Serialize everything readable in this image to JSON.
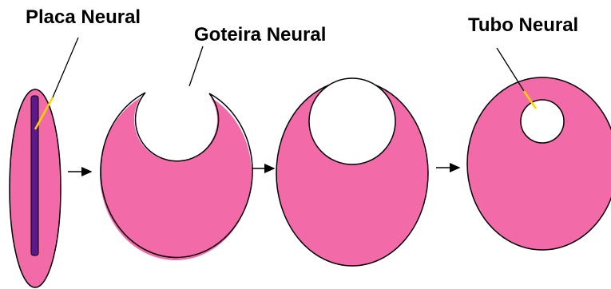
{
  "labels": {
    "neural_plate": "Placa Neural",
    "neural_groove": "Goteira Neural",
    "neural_tube": "Tubo Neural"
  },
  "colors": {
    "tissue": "#f26aa8",
    "outline": "#000000",
    "plate_bar": "#5a1a8a",
    "pointer_highlight": "#ffd200",
    "background": "#ffffff"
  },
  "stages": [
    {
      "name": "neural-plate",
      "shape": "narrow vertical ellipse with dark purple plate strip"
    },
    {
      "name": "neural-groove",
      "shape": "pink body with open circular notch at top"
    },
    {
      "name": "closing-groove",
      "shape": "pink body with circular cavity touching top edge"
    },
    {
      "name": "neural-tube",
      "shape": "pink body with enclosed circular lumen"
    }
  ],
  "arrows": [
    "arrow-1",
    "arrow-2",
    "arrow-3"
  ]
}
